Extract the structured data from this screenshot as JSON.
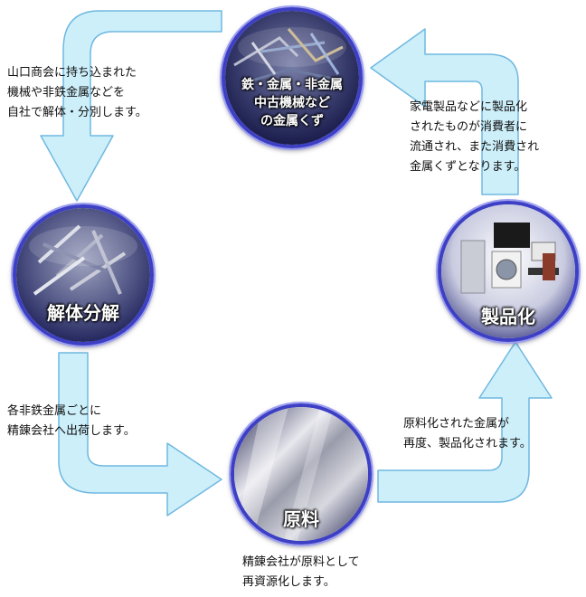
{
  "nodes": {
    "scrap": {
      "label_lines": [
        "鉄・金属・非金属",
        "中古機械など",
        "の金属くず"
      ]
    },
    "dismantle": {
      "label": "解体分解"
    },
    "material": {
      "label": "原料"
    },
    "product": {
      "label": "製品化"
    }
  },
  "descriptions": {
    "dismantle": [
      "山口商会に持ち込まれた",
      "機械や非鉄金属などを",
      "自社で解体・分別します。"
    ],
    "ship": [
      "各非鉄金属ごとに",
      "精錬会社へ出荷します。"
    ],
    "refine": [
      "精錬会社が原料として",
      "再資源化します。"
    ],
    "manufacture": [
      "原料化された金属が",
      "再度、製品化されます。"
    ],
    "consume": [
      "家電製品などに製品化",
      "されたものが消費者に",
      "流通され、また消費され",
      "金属くずとなります。"
    ]
  },
  "colors": {
    "arrow_fill": "#cdeffa",
    "arrow_stroke": "#6fb8e0",
    "ring": "#3d3fc4"
  }
}
